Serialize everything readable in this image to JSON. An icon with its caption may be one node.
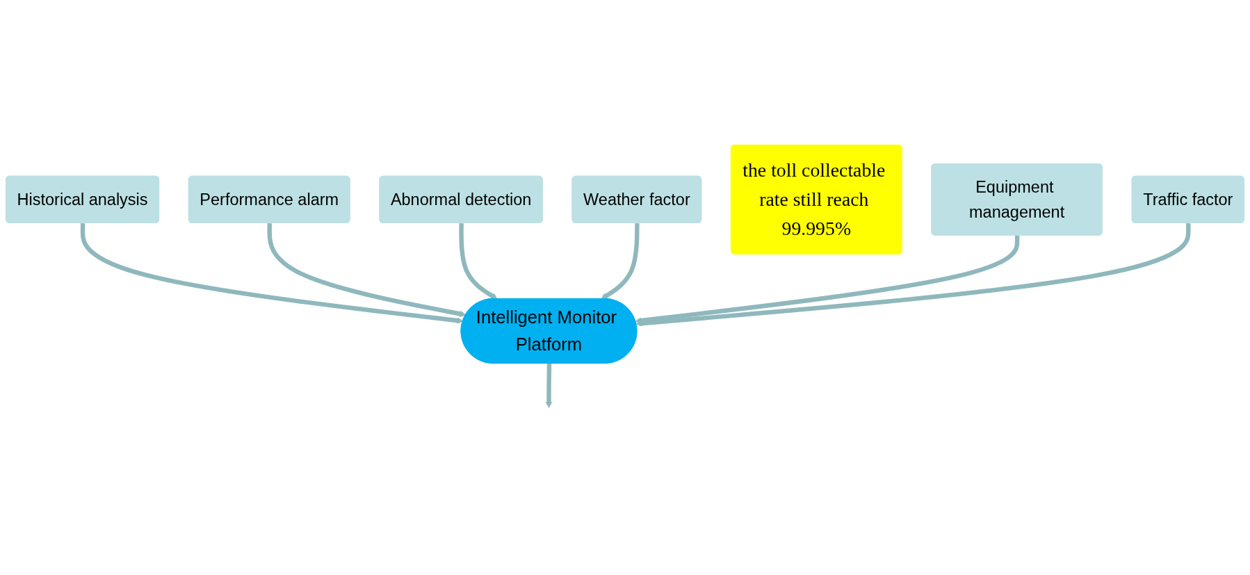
{
  "diagram": {
    "nodes": [
      {
        "text": [
          "Historical analysis"
        ]
      },
      {
        "text": [
          "Performance alarm"
        ]
      },
      {
        "text": [
          "Abnormal detection"
        ]
      },
      {
        "text": [
          "Weather factor"
        ]
      },
      {
        "text": [
          "the toll collectable rate still reach 99.995%"
        ]
      },
      {
        "text": [
          "Equipment management"
        ]
      },
      {
        "text": [
          "Intelligent Monitor Platform"
        ]
      },
      {
        "text": [
          "Traffic factor"
        ]
      }
    ],
    "edges": [
      {
        "from": 0,
        "to": 6,
        "arrow": "to"
      },
      {
        "from": 1,
        "to": 6,
        "arrow": "to"
      },
      {
        "from": 2,
        "to": 6,
        "arrow": "to"
      },
      {
        "from": 3,
        "to": 6,
        "arrow": "to"
      },
      {
        "from": 5,
        "to": 6,
        "arrow": "to"
      },
      {
        "from": 7,
        "to": 6,
        "arrow": "to"
      },
      {
        "from": 6,
        "to": null,
        "arrow": "to"
      }
    ]
  }
}
